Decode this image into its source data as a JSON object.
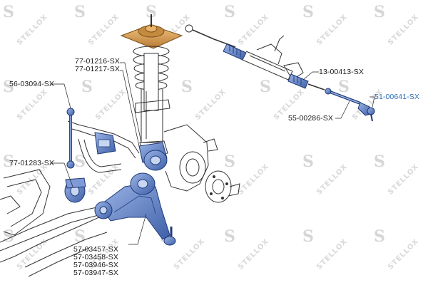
{
  "watermark": {
    "text": "STELLOX",
    "logo_letter": "S"
  },
  "labels": {
    "l_770121617": [
      "77-01216-SX",
      "77-01217-SX"
    ],
    "l_5603094": "56-03094-SX",
    "l_1300413": "13-00413-SX",
    "l_5100641": "51-00641-SX",
    "l_5500286": "55-00286-SX",
    "l_7701283": "77-01283-SX",
    "l_5703457": [
      "57-03457-SX",
      "57-03458-SX",
      "57-03946-SX",
      "57-03947-SX"
    ]
  },
  "colors": {
    "part_blue": "#6e8fd0",
    "part_blue_dark": "#2b4a8f",
    "mount_orange": "#e0a050",
    "line": "#222222",
    "highlight": "#2a6db5"
  }
}
